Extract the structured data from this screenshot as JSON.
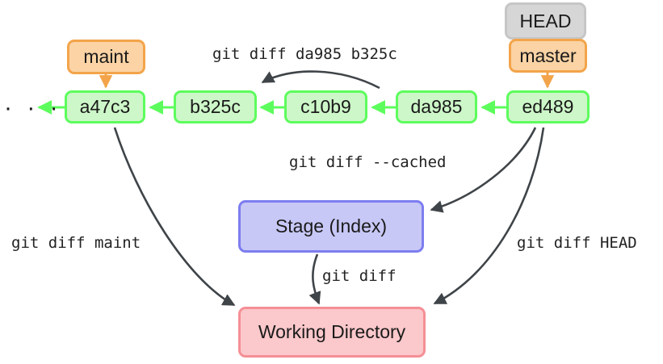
{
  "diagram": {
    "title": "git diff comparison diagram",
    "background": "#ffffff",
    "ellipsis": "· · ·",
    "colors": {
      "commit_fill": "#cdf7c8",
      "commit_border": "#5dfc5d",
      "branch_fill": "#fbd3a4",
      "branch_border": "#f3a44a",
      "head_fill": "#d6d6d6",
      "head_border": "#c6c6c6",
      "stage_fill": "#c8c8f7",
      "stage_border": "#7d7df0",
      "workdir_fill": "#fbc8cb",
      "workdir_border": "#f58f96",
      "arrow_dark": "#3f4448",
      "arrow_green": "#5dfc5d",
      "arrow_orange": "#f3a44a"
    }
  },
  "commits": [
    {
      "id": "a47c3",
      "label": "a47c3"
    },
    {
      "id": "b325c",
      "label": "b325c"
    },
    {
      "id": "c10b9",
      "label": "c10b9"
    },
    {
      "id": "da985",
      "label": "da985"
    },
    {
      "id": "ed489",
      "label": "ed489"
    }
  ],
  "refs": {
    "maint": "maint",
    "head": "HEAD",
    "master": "master"
  },
  "areas": {
    "stage": "Stage (Index)",
    "working_directory": "Working Directory"
  },
  "edge_labels": {
    "diff_commits": "git diff da985 b325c",
    "diff_cached": "git diff --cached",
    "diff_maint": "git diff maint",
    "diff": "git diff",
    "diff_head": "git diff HEAD"
  }
}
